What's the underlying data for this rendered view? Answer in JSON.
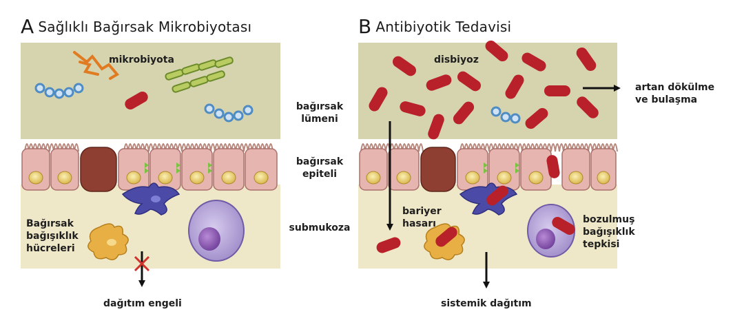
{
  "panel_a": {
    "letter": "A",
    "title": "Sağlıklı Bağırsak Mikrobiyotası",
    "label_microbiota": "mikrobiyota",
    "label_immune_1": "Bağırsak",
    "label_immune_2": "bağışıklık",
    "label_immune_3": "hücreleri",
    "label_bottom": "dağıtım engeli"
  },
  "panel_b": {
    "letter": "B",
    "title": "Antibiyotik Tedavisi",
    "label_dysbiosis": "disbiyoz",
    "label_shedding_1": "artan dökülme",
    "label_shedding_2": "ve bulaşma",
    "label_barrier_1": "bariyer",
    "label_barrier_2": "hasarı",
    "label_impaired_1": "bozulmuş",
    "label_impaired_2": "bağışıklık",
    "label_impaired_3": "tepkisi",
    "label_bottom": "sistemik dağıtım"
  },
  "middle_labels": {
    "lumen_1": "bağırsak",
    "lumen_2": "lümeni",
    "epithelium_1": "bağırsak",
    "epithelium_2": "epiteli",
    "submucosa": "submukoza"
  },
  "colors": {
    "lumen": "#d6d4ae",
    "submucosa": "#efe8c8",
    "epithelial_cell": "#e6b5b0",
    "nucleus": "#e8cd6a",
    "goblet_cell": "#8e3f31",
    "bacteria_red": "#b8202a",
    "cocci_blue": "#6aa2cf",
    "macrophage": "#e8b044",
    "lymphocyte": "#b1a0d6",
    "dendritic_cell": "#4b4aa6",
    "tight_junction": "#7cc242"
  }
}
